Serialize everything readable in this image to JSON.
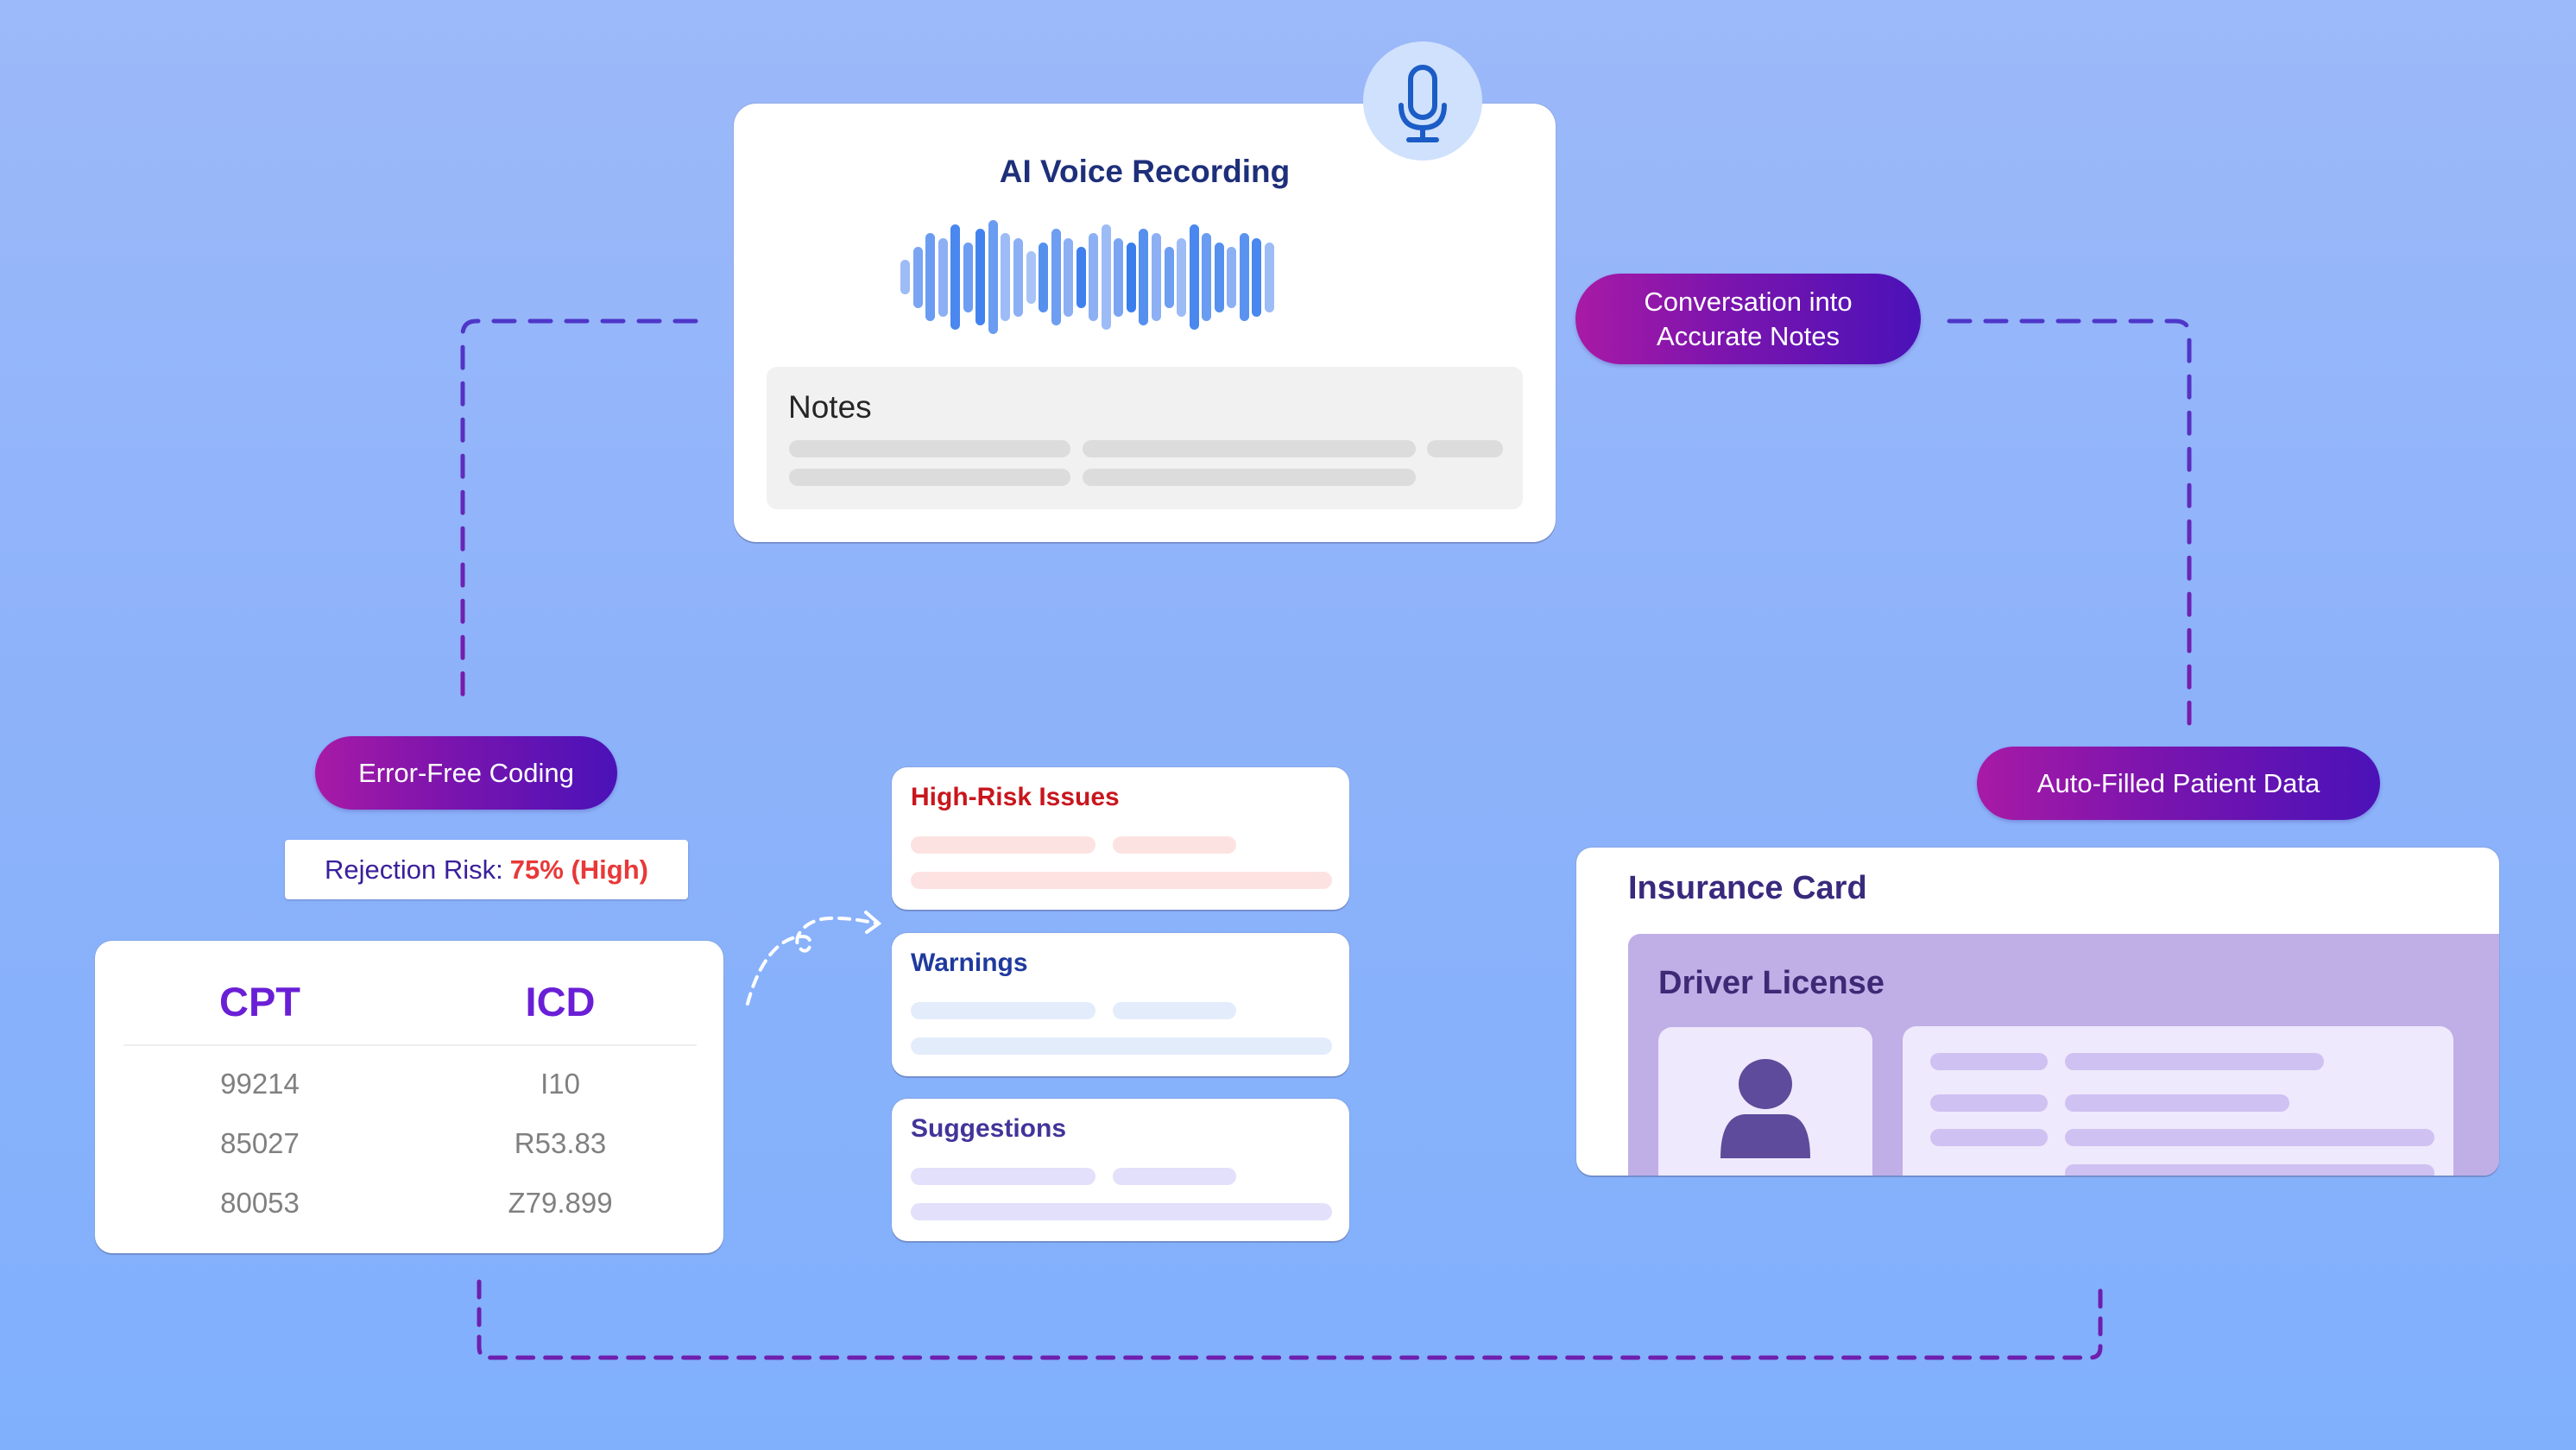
{
  "colors": {
    "background_top": "#9cb9f9",
    "background_bottom": "#80b0fc",
    "pill_gradient_start": "#a81aa5",
    "pill_gradient_end": "#4a12b8",
    "connector": "#5f2bc4",
    "accent_blue": "#1e2f7a",
    "risk_red": "#e83838",
    "code_purple": "#6a1fd6"
  },
  "voice_card": {
    "icon": "microphone-icon",
    "title": "AI Voice Recording",
    "waveform_bars": 30,
    "notes": {
      "title": "Notes",
      "placeholder_lines": 5
    }
  },
  "labels": {
    "conversation_notes": "Conversation into Accurate Notes",
    "conversation_notes_line1": "Conversation into",
    "conversation_notes_line2": "Accurate Notes",
    "error_free_coding": "Error-Free Coding",
    "auto_filled": "Auto-Filled Patient Data"
  },
  "rejection_risk": {
    "label": "Rejection Risk:",
    "value": "75% (High)"
  },
  "code_table": {
    "headers": [
      "CPT",
      "ICD"
    ],
    "rows": [
      [
        "99214",
        "I10"
      ],
      [
        "85027",
        "R53.83"
      ],
      [
        "80053",
        "Z79.899"
      ]
    ]
  },
  "issue_cards": [
    {
      "title": "High-Risk Issues",
      "color": "#c8161d",
      "skeleton_color": "#fde2e2"
    },
    {
      "title": "Warnings",
      "color": "#1f3a9e",
      "skeleton_color": "#e3ecfb"
    },
    {
      "title": "Suggestions",
      "color": "#42349a",
      "skeleton_color": "#e2e0fa"
    }
  ],
  "insurance_card": {
    "title": "Insurance Card",
    "driver_license": {
      "title": "Driver License",
      "icon": "person-avatar-icon"
    }
  }
}
